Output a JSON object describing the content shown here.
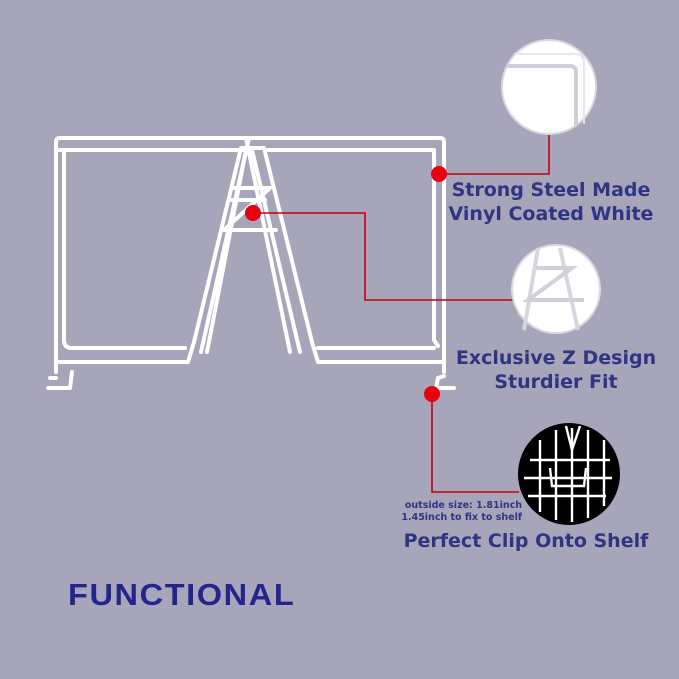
{
  "features": [
    {
      "line1": "Strong Steel Made",
      "line2": "Vinyl Coated White"
    },
    {
      "line1": "Exclusive Z Design",
      "line2": "Sturdier Fit"
    },
    {
      "line1": "Perfect Clip Onto Shelf"
    }
  ],
  "size_note": {
    "line1": "outside size: 1.81inch",
    "line2": "1.45inch to fix to shelf"
  },
  "brand": "FUNCTIONAL",
  "colors": {
    "background": "#a6a5b9",
    "text": "#2f3580",
    "brand": "#24258c",
    "marker": "#e8000f",
    "wire": "#ffffff"
  }
}
